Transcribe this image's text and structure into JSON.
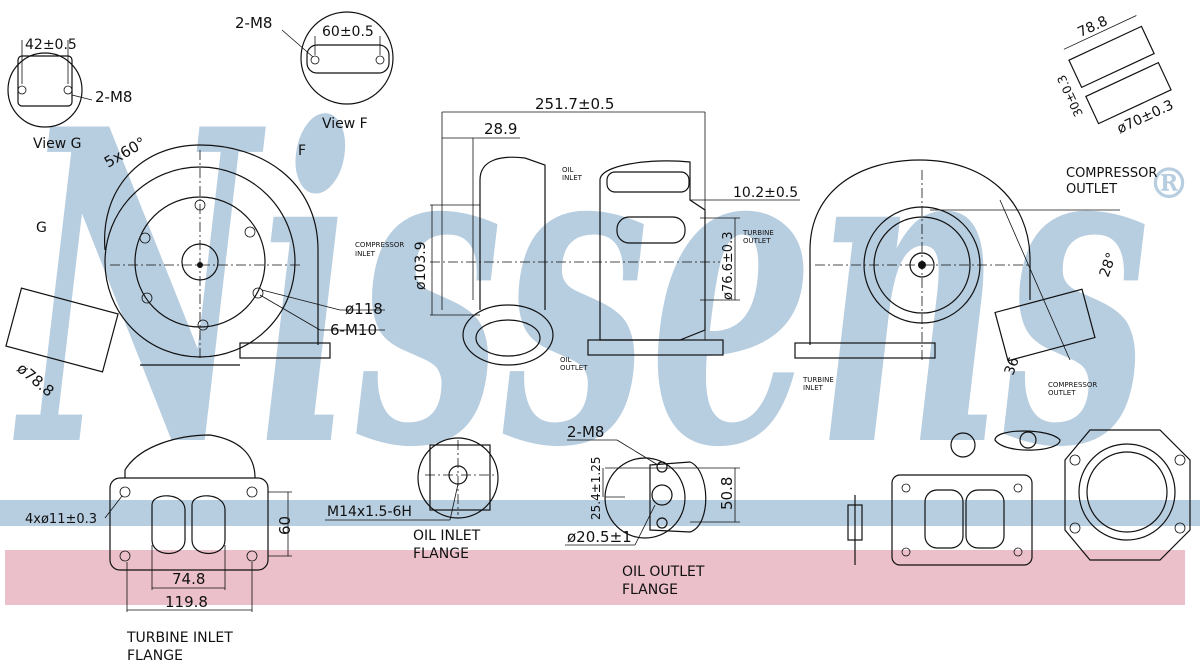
{
  "brand": {
    "watermark": "Nissens",
    "registered": "®",
    "watermark_color": "#b7cde0",
    "band_blue": "#b7cde0",
    "band_pink": "#ebc0ca"
  },
  "view_g": {
    "dim": "42±0.5",
    "thread": "2-M8",
    "label": "View G"
  },
  "view_f": {
    "dim": "60±0.5",
    "thread": "2-M8",
    "label": "View F"
  },
  "front_view": {
    "angle": "5x60°",
    "g_marker": "G",
    "f_marker": "F",
    "dia_flange": "ø78.8",
    "dia_bolt": "ø118",
    "bolts": "6-M10"
  },
  "side_view": {
    "length": "251.7±0.5",
    "offset": "28.9",
    "dia_inlet": "ø103.9",
    "flange_thk": "10.2±0.5",
    "dia_outlet": "ø76.6±0.3",
    "compressor_inlet": [
      "COMPRESSOR",
      "INLET"
    ],
    "oil_inlet": [
      "OIL",
      "INLET"
    ],
    "oil_outlet": [
      "OIL",
      "OUTLET"
    ],
    "turbine_outlet": [
      "TURBINE",
      "OUTLET"
    ]
  },
  "right_view": {
    "compressor_outlet": [
      "COMPRESSOR",
      "OUTLET"
    ],
    "angle": "28°",
    "dim": "36",
    "turbine_inlet": [
      "TURBINE",
      "INLET"
    ],
    "compressor_outlet_small": [
      "COMPRESSOR",
      "OUTLET"
    ]
  },
  "outlet_detail": {
    "width": "78.8",
    "height": "30±0.3",
    "dia": "ø70±0.3"
  },
  "turbine_inlet_flange": {
    "holes": "4xø11±0.3",
    "height": "60",
    "inner": "74.8",
    "outer": "119.8",
    "title": [
      "TURBINE INLET",
      "FLANGE"
    ]
  },
  "oil_inlet_flange": {
    "thread": "M14x1.5-6H",
    "title": [
      "OIL INLET",
      "FLANGE"
    ]
  },
  "oil_outlet_flange": {
    "thread": "2-M8",
    "pitch": "25.4±1.25",
    "span": "50.8",
    "dia": "ø20.5±1",
    "title": [
      "OIL OUTLET",
      "FLANGE"
    ]
  }
}
